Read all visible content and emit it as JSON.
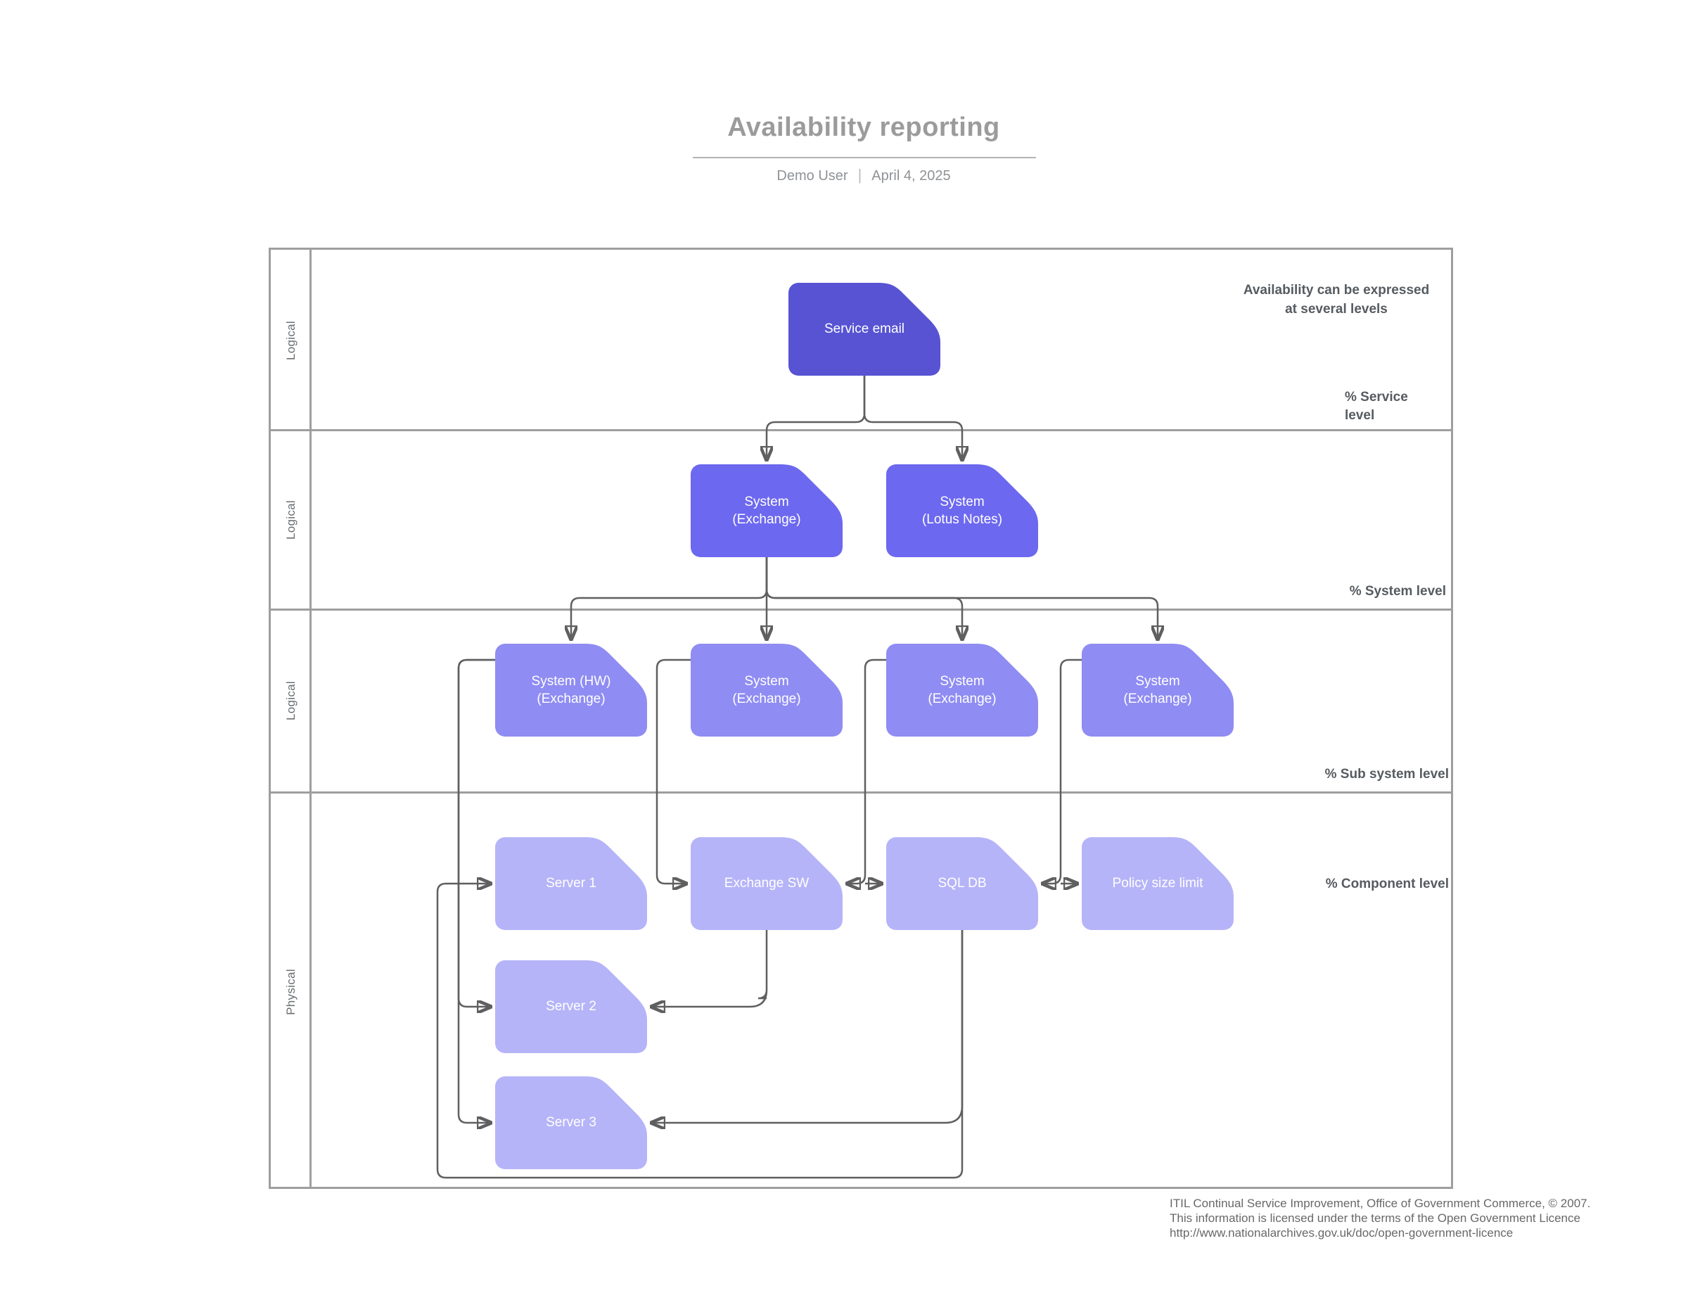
{
  "header": {
    "title": "Availability reporting",
    "author": "Demo User",
    "separator": "|",
    "date": "April 4, 2025"
  },
  "callout": {
    "text": "Availability can be expressed\nat several levels"
  },
  "level_labels": {
    "service": "% Service\nlevel",
    "system": "% System level",
    "sub_system": "% Sub system level",
    "component": "% Component level"
  },
  "lanes": {
    "items": [
      {
        "label": "Logical"
      },
      {
        "label": "Logical"
      },
      {
        "label": "Logical"
      },
      {
        "label": "Physical"
      }
    ]
  },
  "nodes": {
    "service_email": {
      "label": "Service email"
    },
    "system_exchange": {
      "label": "System\n(Exchange)"
    },
    "system_lotus_notes": {
      "label": "System\n(Lotus Notes)"
    },
    "system_hw_exchange": {
      "label": "System (HW)\n(Exchange)"
    },
    "system_exchange_sub2": {
      "label": "System\n(Exchange)"
    },
    "system_exchange_sub3": {
      "label": "System\n(Exchange)"
    },
    "system_exchange_sub4": {
      "label": "System\n(Exchange)"
    },
    "server1": {
      "label": "Server 1"
    },
    "exchange_sw": {
      "label": "Exchange SW"
    },
    "sql_db": {
      "label": "SQL DB"
    },
    "policy_size_limit": {
      "label": "Policy size limit"
    },
    "server2": {
      "label": "Server 2"
    },
    "server3": {
      "label": "Server 3"
    }
  },
  "footer": {
    "line1": "ITIL Continual Service Improvement, Office of Government Commerce, © 2007.",
    "line2": "This information is licensed under the terms of the Open Government Licence",
    "line3": "http://www.nationalarchives.gov.uk/doc/open-government-licence"
  },
  "colors": {
    "node_level1": "#5753d3",
    "node_level2": "#6c68ef",
    "node_level3": "#8f8cf3",
    "node_level4": "#b6b4f8",
    "edge": "#5f5f5f",
    "lane_border": "#9e9e9e",
    "title_text": "#9b9b9b",
    "annotation_text": "#565b60",
    "lane_label_text": "#696d71",
    "footer_text": "#686868"
  }
}
